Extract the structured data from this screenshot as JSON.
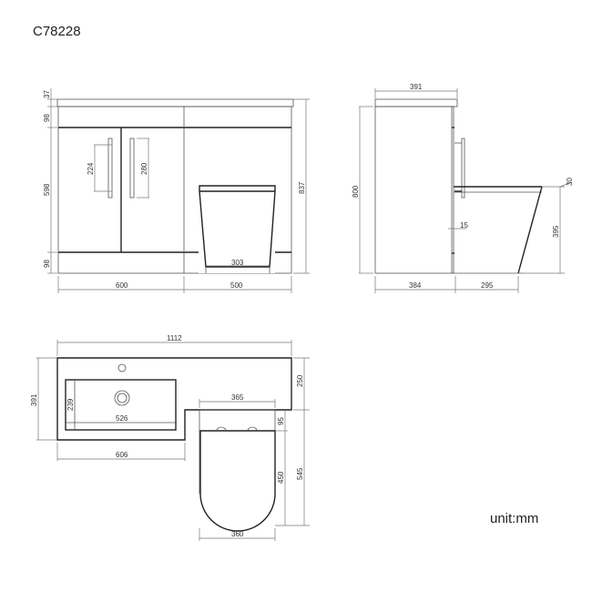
{
  "title": {
    "product_code": "C78228"
  },
  "unit_label": "unit:mm",
  "front_view": {
    "dims": {
      "top_thickness": "37",
      "top_panel": "98",
      "door_height": "598",
      "plinth": "98",
      "handle_left": "224",
      "handle_right": "280",
      "overall_height": "837",
      "basin_width": "600",
      "wc_unit_width": "500",
      "toilet_base": "303"
    }
  },
  "side_view": {
    "dims": {
      "top_depth": "391",
      "height": "800",
      "cabinet_depth": "384",
      "toilet_projection": "295",
      "seat_thickness": "30",
      "toilet_height": "395",
      "panel_gap": "15"
    }
  },
  "plan_view": {
    "dims": {
      "overall_width": "1112",
      "depth": "391",
      "basin_inner_depth": "239",
      "basin_inner_width": "526",
      "basin_width": "606",
      "step_depth": "250",
      "toilet_width_top": "365",
      "seat_offset": "95",
      "toilet_length": "450",
      "total_projection": "545",
      "toilet_width_bottom": "360"
    }
  }
}
